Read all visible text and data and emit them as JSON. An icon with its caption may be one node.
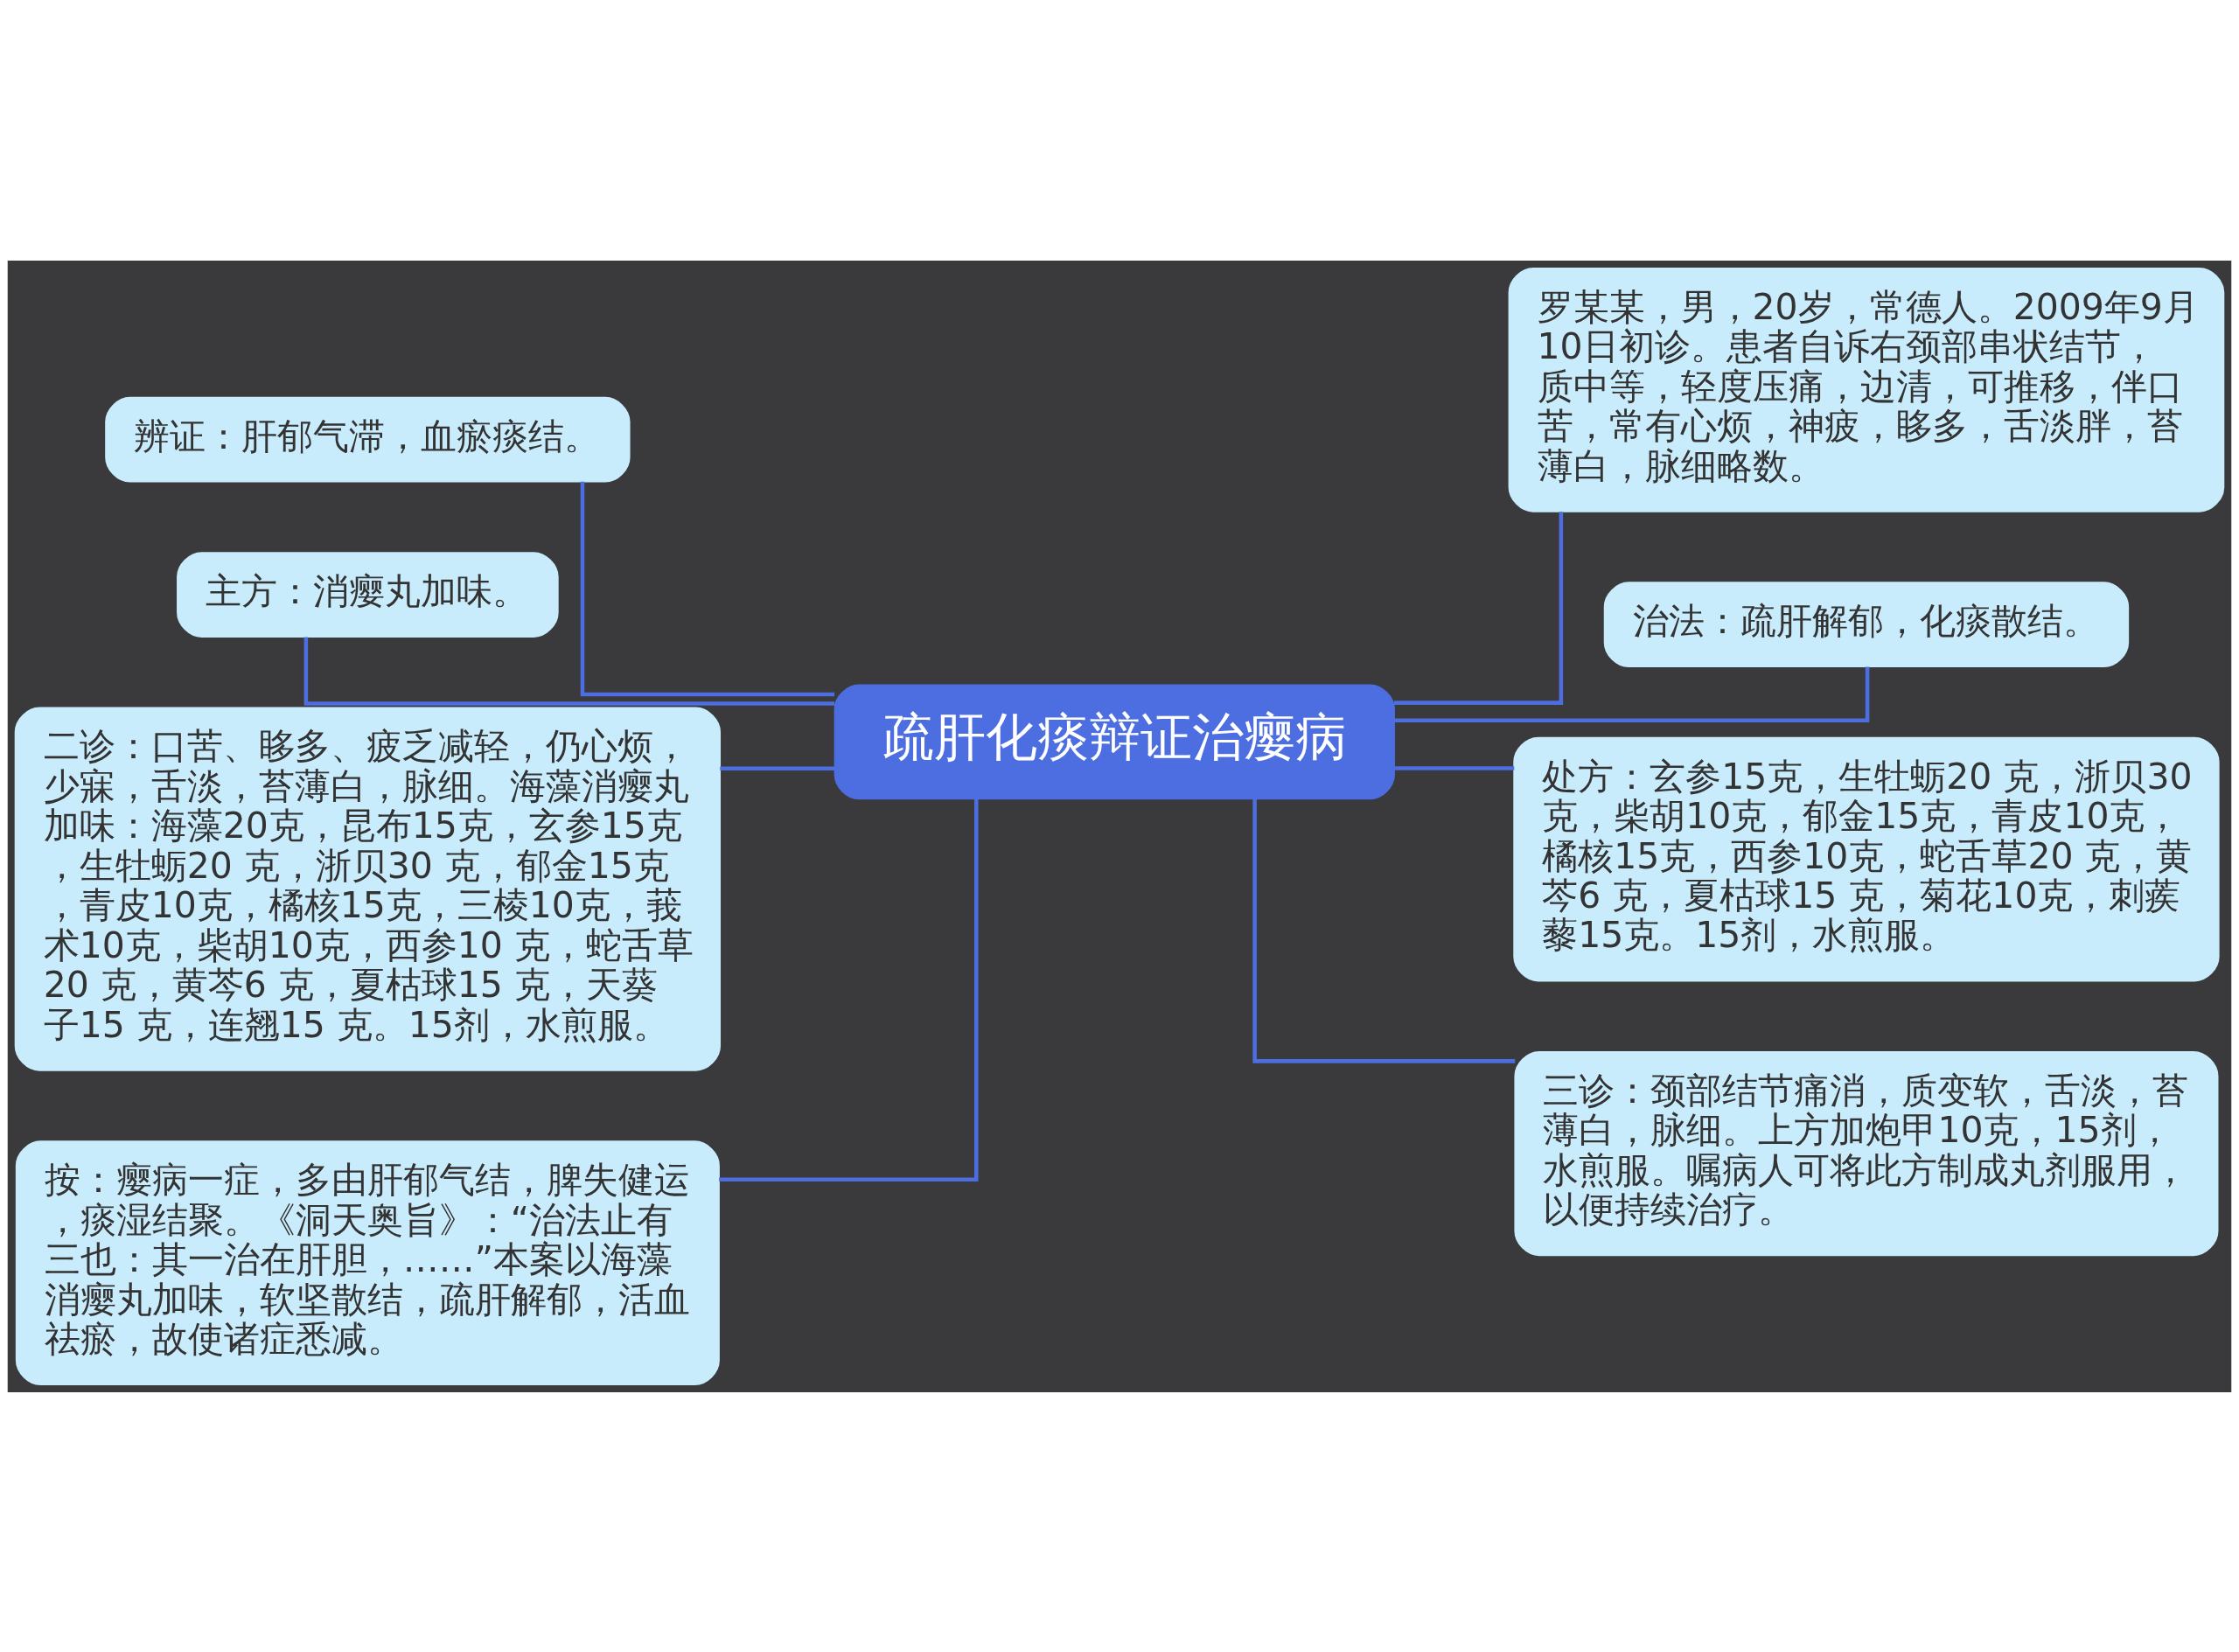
{
  "diagram": {
    "nodes": [
      {
        "text": [
          "疏肝化痰辩证治瘿病"
        ]
      },
      {
        "text": [
          "辨证：肝郁气滞，血瘀痰结。"
        ]
      },
      {
        "text": [
          "主方：消瘿丸加味。"
        ]
      },
      {
        "text": [
          "二诊：口苦、眵多、疲乏减轻，仍心烦，少寐，舌淡，苔薄白，脉细。海藻消瘿丸加味：海藻20克，昆布15克，玄参15克，生牡蛎20 克，浙贝30 克，郁金15克，青皮10克，橘核15克，三棱10克，莪术10克，柴胡10克，西参10 克，蛇舌草20 克，黄芩6 克，夏枯球15 克，天葵子15 克，连翘15 克。15剂，水煎服。"
        ]
      },
      {
        "text": [
          "按：瘿病一症，多由肝郁气结，脾失健运，痰湿结聚。《洞天奥旨》：“治法止有三也：其一治在肝胆，……”本案以海藻消瘿丸加味，软坚散结，疏肝解郁，活血祛瘀，故使诸症悉减。"
        ]
      },
      {
        "text": [
          "罗某某，男，20岁，常德人。2009年9月10日初诊。患者自诉右颈部串状结节，质中等，轻度压痛，边清，可推移，伴口苦，常有心烦，神疲，眵多，舌淡胖，苔薄白，脉细略数。"
        ]
      },
      {
        "text": [
          "治法：疏肝解郁，化痰散结。"
        ]
      },
      {
        "text": [
          "处方：玄参15克，生牡蛎20 克，浙贝30 克，柴胡10克，郁金15克，青皮10克，橘核15克，西参10克，蛇舌草20 克，黄芩6 克，夏枯球15 克，菊花10克，刺蒺藜15克。15剂，水煎服。"
        ]
      },
      {
        "text": [
          "三诊：颈部结节痛消，质变软，舌淡，苔薄白，脉细。上方加炮甲10克，15剂，水煎服。嘱病人可将此方制成丸剂服用，以便持续治疗。"
        ]
      }
    ],
    "edges": [
      {
        "from": 0,
        "to": 1,
        "arrow": "none"
      },
      {
        "from": 0,
        "to": 2,
        "arrow": "none"
      },
      {
        "from": 0,
        "to": 3,
        "arrow": "none"
      },
      {
        "from": 0,
        "to": 4,
        "arrow": "none"
      },
      {
        "from": 0,
        "to": 5,
        "arrow": "none"
      },
      {
        "from": 0,
        "to": 6,
        "arrow": "none"
      },
      {
        "from": 0,
        "to": 7,
        "arrow": "none"
      },
      {
        "from": 0,
        "to": 8,
        "arrow": "none"
      }
    ]
  }
}
